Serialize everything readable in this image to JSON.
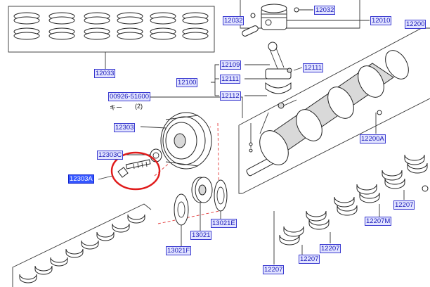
{
  "labels": {
    "p12033": "12033",
    "p12032_a": "12032",
    "p12032_b": "12032",
    "p12010": "12010",
    "p12200": "12200",
    "p12109": "12109",
    "p12111_a": "12111",
    "p12111_b": "12111",
    "p12100": "12100",
    "p12112": "12112",
    "p00926": "00926-51600",
    "p12303": "12303",
    "p12303C": "12303C",
    "p12303A": "12303A",
    "p12200A": "12200A",
    "p13021E": "13021E",
    "p13021": "13021",
    "p13021F": "13021F",
    "p12207_a": "12207",
    "p12207M": "12207M",
    "p12207_b": "12207",
    "p12207_c": "12207",
    "p12207_d": "12207"
  },
  "notes": {
    "key_label": "キー",
    "key_qty": "(2)"
  },
  "colors": {
    "label_text": "#1a1ab8",
    "label_bg": "#e2e4ff",
    "selected_bg": "#3355ff",
    "highlight_circle": "#e01b1b",
    "dashed_line": "#e23a3a"
  },
  "selected_part": "12303A"
}
